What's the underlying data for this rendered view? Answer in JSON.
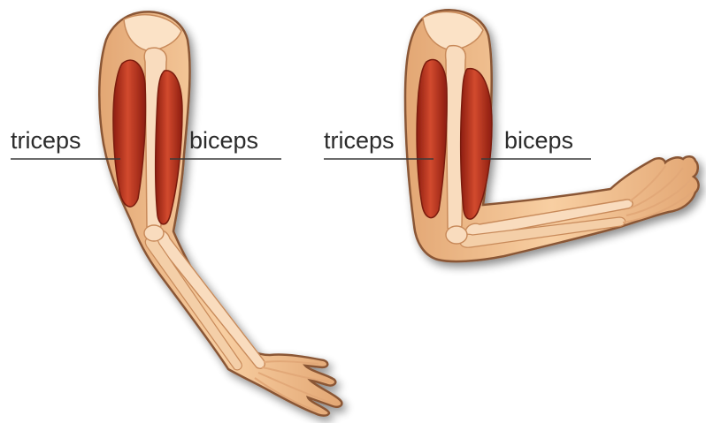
{
  "labels": {
    "left_triceps": "triceps",
    "left_biceps": "biceps",
    "right_triceps": "triceps",
    "right_biceps": "biceps"
  },
  "colors": {
    "skin": "#f6c595",
    "skin_light": "#fbe2c6",
    "skin_shadow": "#dc9d68",
    "bone": "#f9dcbe",
    "bone_edge": "#c88a5a",
    "muscle": "#c33a22",
    "muscle_dark": "#8d1d10",
    "muscle_light": "#e06a48",
    "outline": "#8a5634",
    "text": "#2b2b2b"
  }
}
